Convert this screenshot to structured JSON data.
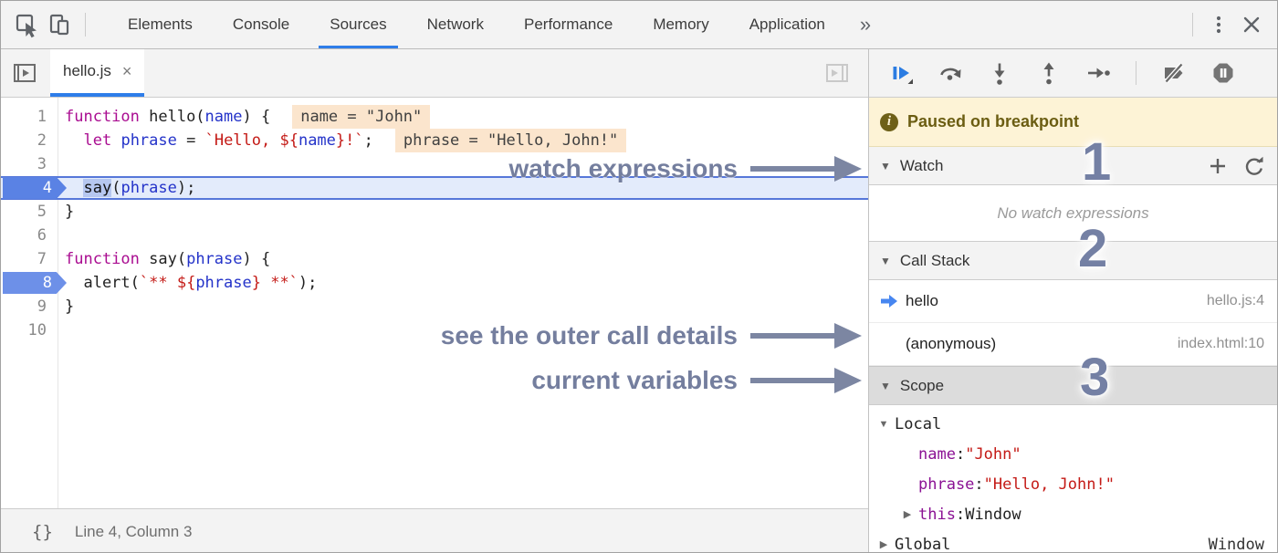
{
  "top_toolbar": {
    "tabs": [
      "Elements",
      "Console",
      "Sources",
      "Network",
      "Performance",
      "Memory",
      "Application"
    ],
    "active_tab": "Sources",
    "more_tabs_label": "»",
    "icons": [
      "inspect-icon",
      "device-toolbar-icon",
      "kebab-menu-icon",
      "close-icon"
    ]
  },
  "editor": {
    "file_tab": {
      "label": "hello.js",
      "close_glyph": "×"
    },
    "status_bar": {
      "format_glyph": "{}",
      "position": "Line 4, Column 3"
    },
    "code": {
      "lines": [
        {
          "n": "1",
          "segs": [
            {
              "t": "function",
              "c": "kw"
            },
            {
              "t": " hello(",
              "c": "d"
            },
            {
              "t": "name",
              "c": "v"
            },
            {
              "t": ") {",
              "c": "d"
            }
          ],
          "widget": "name = \"John\""
        },
        {
          "n": "2",
          "segs": [
            {
              "t": "  ",
              "c": "d"
            },
            {
              "t": "let",
              "c": "kw"
            },
            {
              "t": " ",
              "c": "d"
            },
            {
              "t": "phrase",
              "c": "v"
            },
            {
              "t": " = ",
              "c": "d"
            },
            {
              "t": "`Hello, ${",
              "c": "s"
            },
            {
              "t": "name",
              "c": "v"
            },
            {
              "t": "}!`",
              "c": "s"
            },
            {
              "t": ";",
              "c": "d"
            }
          ],
          "widget": "phrase = \"Hello, John!\""
        },
        {
          "n": "3",
          "segs": []
        },
        {
          "n": "4",
          "active": true,
          "segs": [
            {
              "t": "  ",
              "c": "d"
            },
            {
              "t": "say",
              "c": "tok"
            },
            {
              "t": "(",
              "c": "d"
            },
            {
              "t": "phrase",
              "c": "v"
            },
            {
              "t": ");",
              "c": "d"
            }
          ]
        },
        {
          "n": "5",
          "segs": [
            {
              "t": "}",
              "c": "d"
            }
          ]
        },
        {
          "n": "6",
          "segs": []
        },
        {
          "n": "7",
          "segs": [
            {
              "t": "function",
              "c": "kw"
            },
            {
              "t": " say(",
              "c": "d"
            },
            {
              "t": "phrase",
              "c": "v"
            },
            {
              "t": ") {",
              "c": "d"
            }
          ]
        },
        {
          "n": "8",
          "breakpoint": true,
          "segs": [
            {
              "t": "  alert(",
              "c": "d"
            },
            {
              "t": "`** ${",
              "c": "s"
            },
            {
              "t": "phrase",
              "c": "v"
            },
            {
              "t": "} **`",
              "c": "s"
            },
            {
              "t": ");",
              "c": "d"
            }
          ]
        },
        {
          "n": "9",
          "segs": [
            {
              "t": "}",
              "c": "d"
            }
          ]
        },
        {
          "n": "10",
          "segs": []
        }
      ]
    }
  },
  "debugger": {
    "toolbar_icons": [
      "resume-icon",
      "step-over-icon",
      "step-into-icon",
      "step-out-icon",
      "step-icon",
      "deactivate-breakpoints-icon",
      "pause-on-exceptions-icon"
    ],
    "paused_message": "Paused on breakpoint",
    "watch": {
      "title": "Watch",
      "empty_message": "No watch expressions",
      "actions": [
        "add-watch-icon",
        "refresh-watch-icon"
      ]
    },
    "call_stack": {
      "title": "Call Stack",
      "frames": [
        {
          "name": "hello",
          "location": "hello.js:4",
          "active": true
        },
        {
          "name": "(anonymous)",
          "location": "index.html:10",
          "active": false
        }
      ]
    },
    "scope": {
      "title": "Scope",
      "entries": [
        {
          "exp": "open",
          "indent": 0,
          "name": "Local",
          "nameStyle": "plain",
          "value": "",
          "valueStyle": "plain"
        },
        {
          "exp": "",
          "indent": 1,
          "name": "name",
          "nameStyle": "prop",
          "value": "\"John\"",
          "valueStyle": "str"
        },
        {
          "exp": "",
          "indent": 1,
          "name": "phrase",
          "nameStyle": "prop",
          "value": "\"Hello, John!\"",
          "valueStyle": "str"
        },
        {
          "exp": "closed",
          "indent": 1,
          "name": "this",
          "nameStyle": "prop",
          "value": "Window",
          "valueStyle": "plain"
        },
        {
          "exp": "closed",
          "indent": 0,
          "name": "Global",
          "nameStyle": "plain",
          "value": "Window",
          "valueStyle": "plain",
          "right": true
        }
      ],
      "separator": ":"
    }
  },
  "annotations": {
    "items": [
      {
        "label": "watch expressions"
      },
      {
        "label": "see the outer call details"
      },
      {
        "label": "current variables"
      }
    ],
    "numbers": [
      "1",
      "2",
      "3"
    ]
  },
  "colors": {
    "accent_blue": "#2e7de9",
    "resume_blue": "#2b7ce2",
    "annotation_slate": "#747e9e",
    "paused_bg": "#fdf3d6",
    "paused_text": "#6b5d12",
    "keyword": "#aa0d91",
    "variable": "#2433c9",
    "string": "#c41a16",
    "property": "#8b1294",
    "exec_line_bg": "#e3ebfb",
    "exec_line_border": "#5677d9",
    "eval_widget_bg": "#fbe5cd",
    "exec_badge": "#5a82e4",
    "breakpoint_badge": "#6d90e8"
  }
}
